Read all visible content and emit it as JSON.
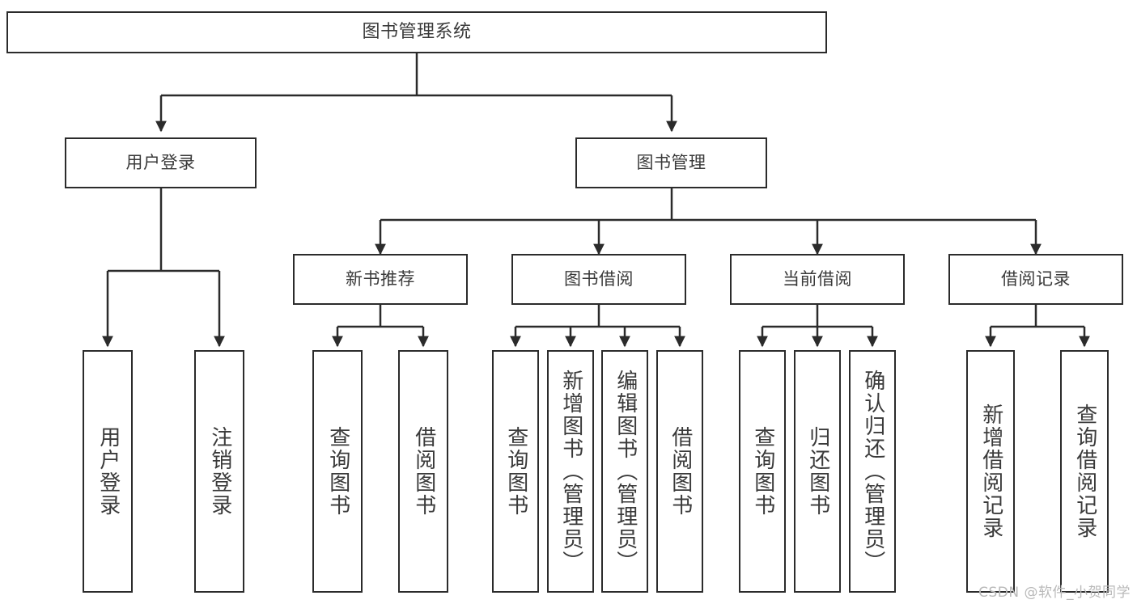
{
  "diagram": {
    "title": "图书管理系统",
    "type": "tree",
    "colors": {
      "background": "#ffffff",
      "box_border": "#2b2b2b",
      "box_fill": "#ffffff",
      "text": "#3a3a3a",
      "connector": "#2b2b2b",
      "watermark": "#b9b9b9"
    },
    "root": {
      "label": "图书管理系统"
    },
    "level2": [
      {
        "label": "用户登录"
      },
      {
        "label": "图书管理"
      }
    ],
    "level3": [
      {
        "label": "新书推荐"
      },
      {
        "label": "图书借阅"
      },
      {
        "label": "当前借阅"
      },
      {
        "label": "借阅记录"
      }
    ],
    "leaves_user_login": [
      {
        "label": "用户登录"
      },
      {
        "label": "注销登录"
      }
    ],
    "leaves_new_book": [
      {
        "label": "查询图书"
      },
      {
        "label": "借阅图书"
      }
    ],
    "leaves_borrow": [
      {
        "label": "查询图书"
      },
      {
        "label": "新增图书（管理员）"
      },
      {
        "label": "编辑图书（管理员）"
      },
      {
        "label": "借阅图书"
      }
    ],
    "leaves_current": [
      {
        "label": "查询图书"
      },
      {
        "label": "归还图书"
      },
      {
        "label": "确认归还（管理员）"
      }
    ],
    "leaves_record": [
      {
        "label": "新增借阅记录"
      },
      {
        "label": "查询借阅记录"
      }
    ]
  },
  "watermark": {
    "text": "CSDN @软件_小贺同学"
  }
}
